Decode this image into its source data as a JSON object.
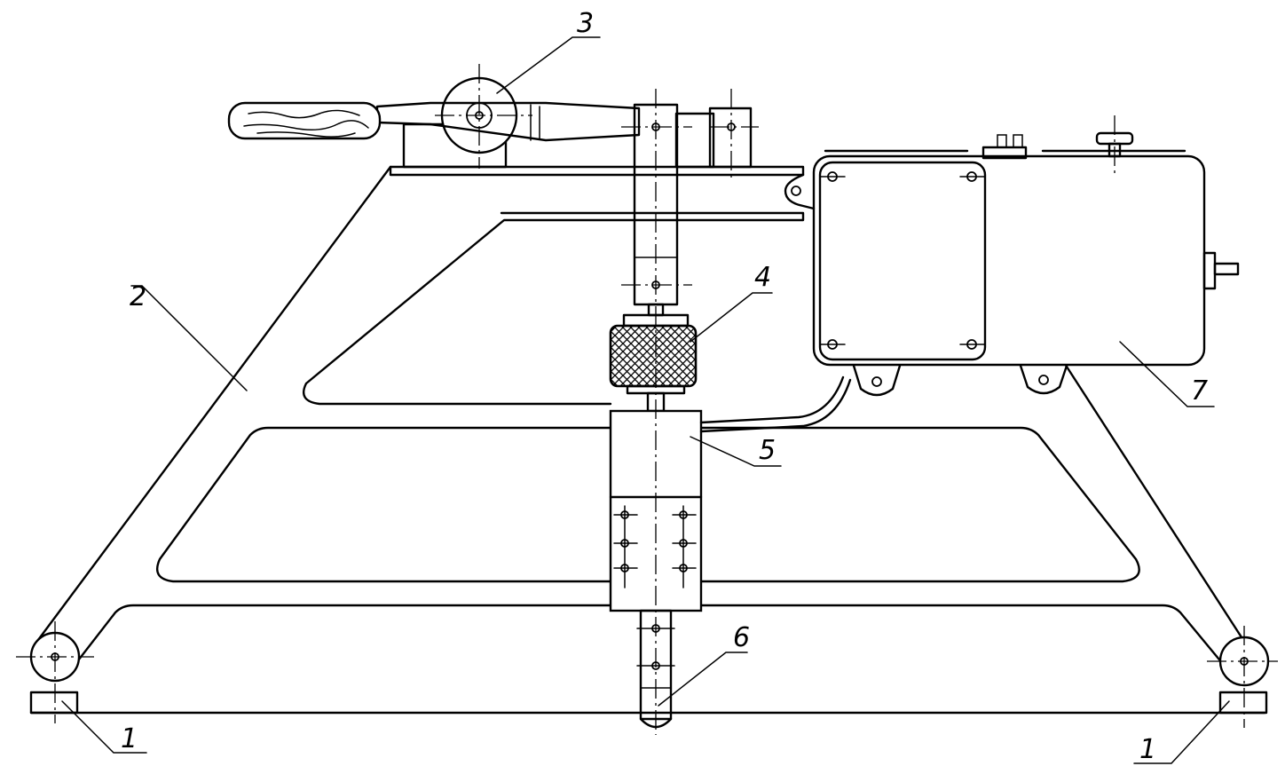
{
  "callouts": {
    "frame_wheel_left": "1",
    "frame": "2",
    "handle_pulley": "3",
    "knurled_nut": "4",
    "block": "5",
    "spindle_tip": "6",
    "motor_housing": "7",
    "frame_wheel_right": "1"
  }
}
